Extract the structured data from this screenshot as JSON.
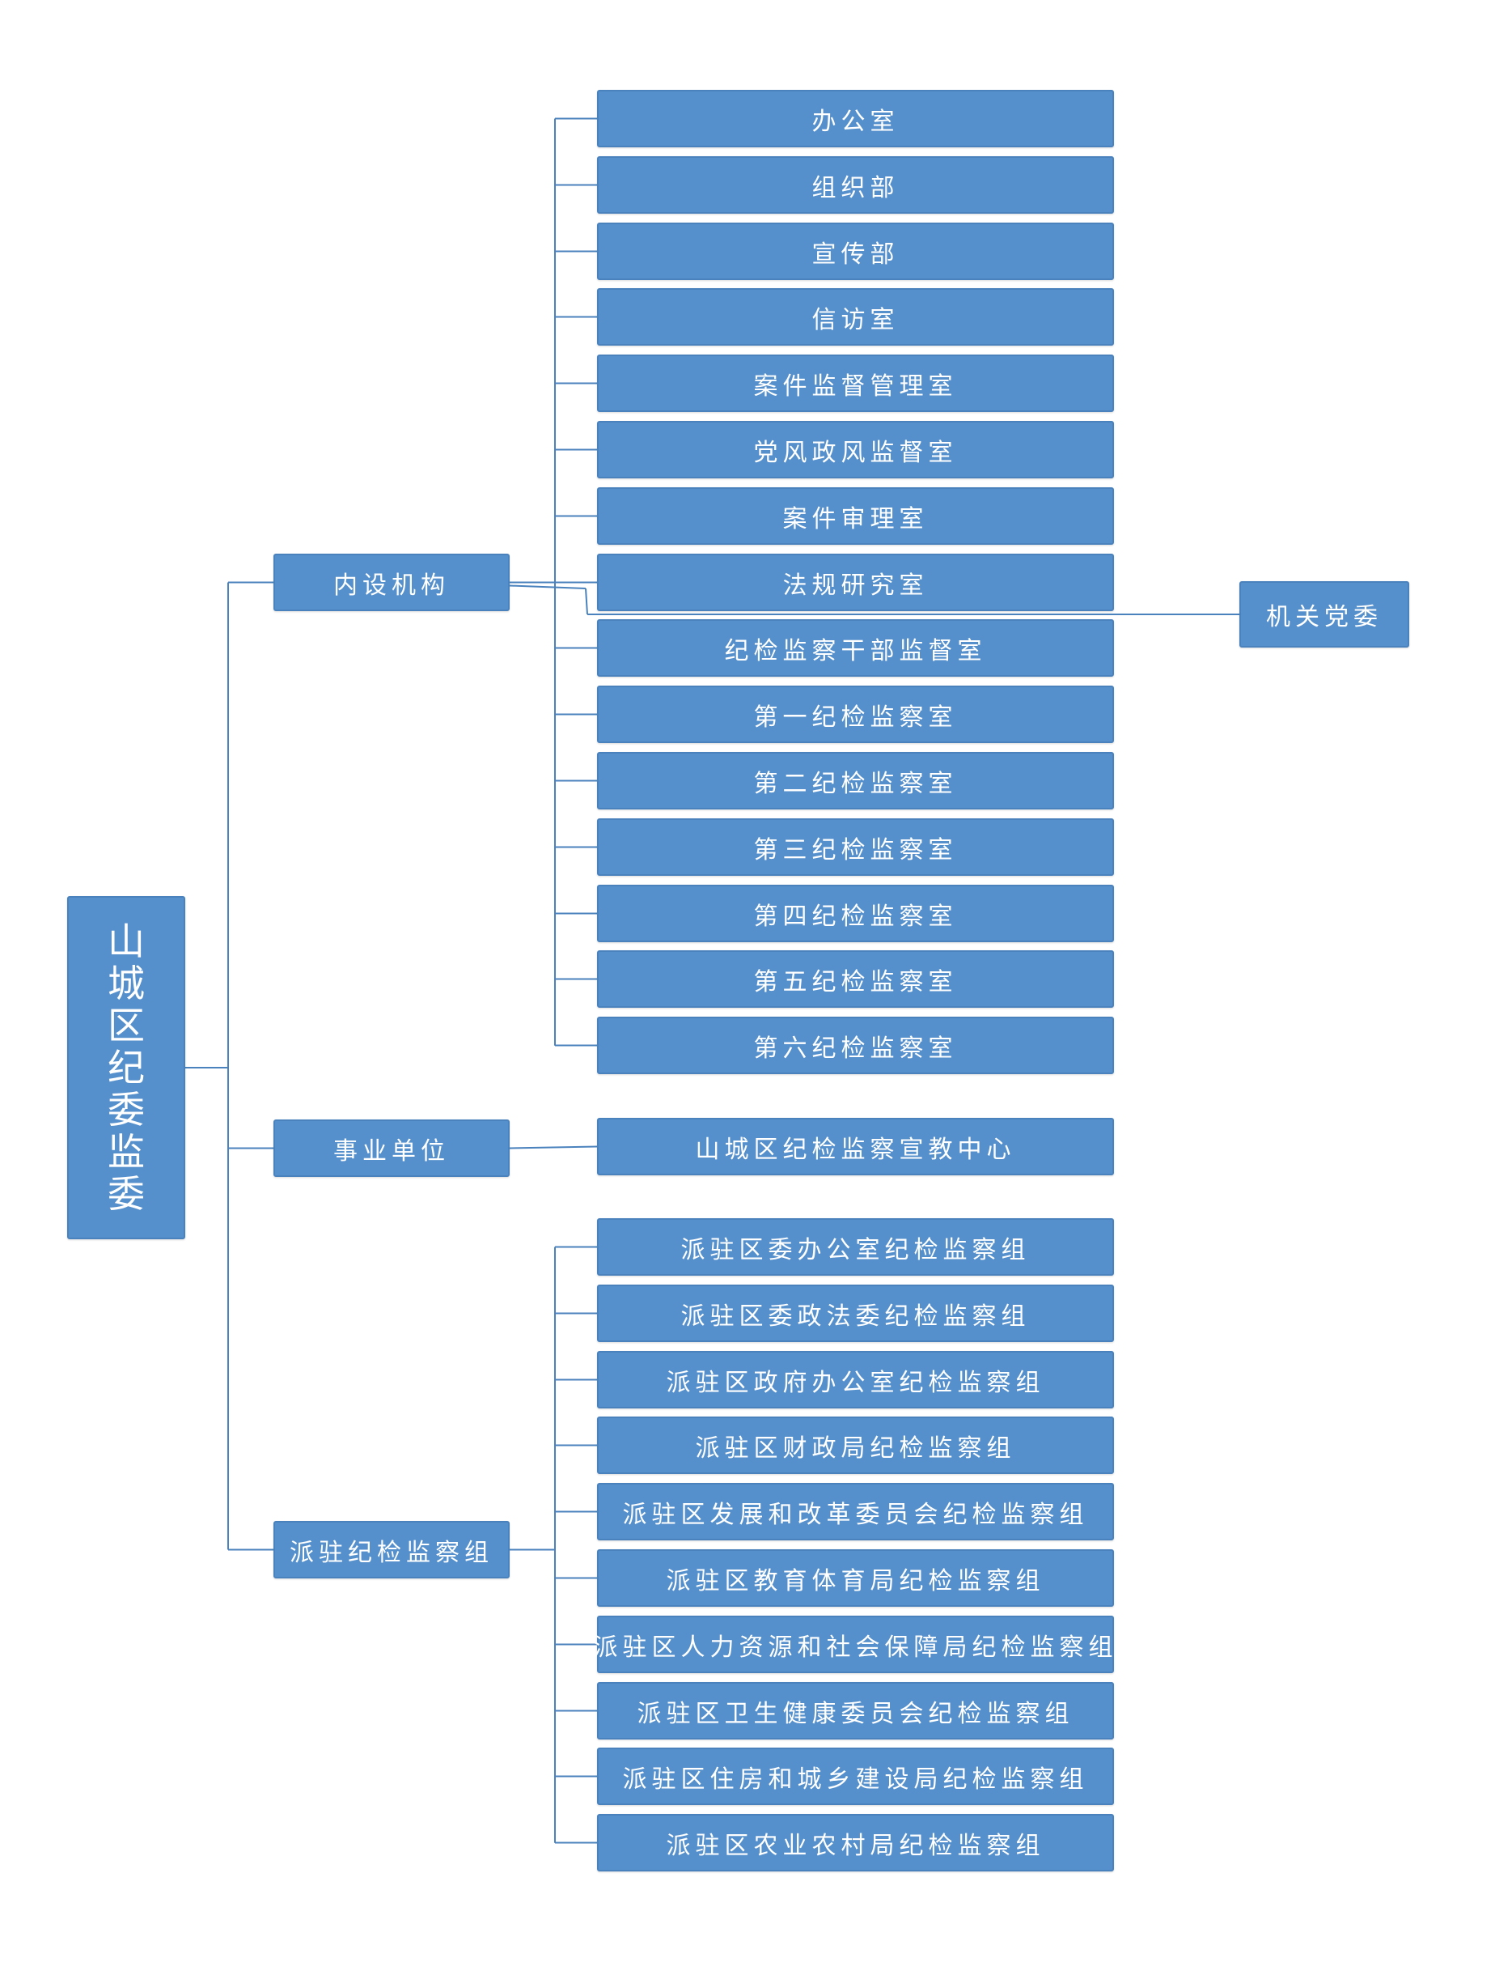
{
  "colors": {
    "box_fill": "#5590cc",
    "box_border": "#4a82bd",
    "connector": "#4a82bd",
    "text": "#ffffff"
  },
  "root": {
    "label": "山城区纪委监委"
  },
  "branches": [
    {
      "label": "内设机构",
      "children": [
        "办公室",
        "组织部",
        "宣传部",
        "信访室",
        "案件监督管理室",
        "党风政风监督室",
        "案件审理室",
        "法规研究室",
        "纪检监察干部监督室",
        "第一纪检监察室",
        "第二纪检监察室",
        "第三纪检监察室",
        "第四纪检监察室",
        "第五纪检监察室",
        "第六纪检监察室"
      ]
    },
    {
      "label": "事业单位",
      "children": [
        "山城区纪检监察宣教中心"
      ]
    },
    {
      "label": "派驻纪检监察组",
      "children": [
        "派驻区委办公室纪检监察组",
        "派驻区委政法委纪检监察组",
        "派驻区政府办公室纪检监察组",
        "派驻区财政局纪检监察组",
        "派驻区发展和改革委员会纪检监察组",
        "派驻区教育体育局纪检监察组",
        "派驻区人力资源和社会保障局纪检监察组",
        "派驻区卫生健康委员会纪检监察组",
        "派驻区住房和城乡建设局纪检监察组",
        "派驻区农业农村局纪检监察组"
      ]
    }
  ],
  "side_node": {
    "label": "机关党委"
  }
}
